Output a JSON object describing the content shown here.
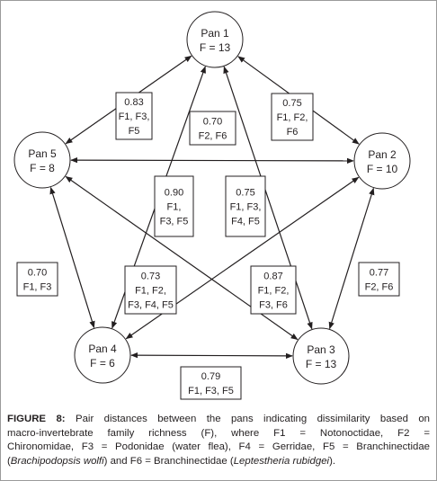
{
  "nodes": [
    {
      "id": "pan1",
      "name": "Pan 1",
      "richness": "F = 13"
    },
    {
      "id": "pan2",
      "name": "Pan 2",
      "richness": "F = 10"
    },
    {
      "id": "pan3",
      "name": "Pan 3",
      "richness": "F = 13"
    },
    {
      "id": "pan4",
      "name": "Pan 4",
      "richness": "F = 6"
    },
    {
      "id": "pan5",
      "name": "Pan 5",
      "richness": "F = 8"
    }
  ],
  "edges": [
    {
      "from": "pan1",
      "to": "pan5",
      "lines": [
        "0.83",
        "F1, F3,",
        "F5"
      ]
    },
    {
      "from": "pan1",
      "to": "pan2",
      "lines": [
        "0.75",
        "F1, F2,",
        "F6"
      ]
    },
    {
      "from": "pan5",
      "to": "pan2",
      "lines": [
        "0.70",
        "F2, F6"
      ]
    },
    {
      "from": "pan1",
      "to": "pan4",
      "lines": [
        "0.90",
        "F1,",
        "F3, F5"
      ]
    },
    {
      "from": "pan1",
      "to": "pan3",
      "lines": [
        "0.75",
        "F1, F3,",
        "F4, F5"
      ]
    },
    {
      "from": "pan5",
      "to": "pan4",
      "lines": [
        "0.70",
        "F1, F3"
      ]
    },
    {
      "from": "pan2",
      "to": "pan4",
      "lines": [
        "0.73",
        "F1, F2,",
        "F3, F4, F5"
      ]
    },
    {
      "from": "pan5",
      "to": "pan3",
      "lines": [
        "0.87",
        "F1, F2,",
        "F3, F6"
      ]
    },
    {
      "from": "pan2",
      "to": "pan3",
      "lines": [
        "0.77",
        "F2, F6"
      ]
    },
    {
      "from": "pan4",
      "to": "pan3",
      "lines": [
        "0.79",
        "F1, F3, F5"
      ]
    }
  ],
  "caption": {
    "label": "FIGURE 8:",
    "line1": "Pair distances between the pans indicating dissimilarity based on",
    "line2": "macro-invertebrate family richness (F), where F1 = Notonoctidae, F2 =",
    "line3": "Chironomidae, F3 = Podonidae (water flea), F4 = Gerridae, F5 = Branchinectidae",
    "line4_open": "(",
    "line4_italic1": "Brachipodopsis wolfi",
    "line4_mid": ") and F6 = Branchinectidae (",
    "line4_italic2": "Leptestheria rubidgei",
    "line4_close": ")."
  }
}
